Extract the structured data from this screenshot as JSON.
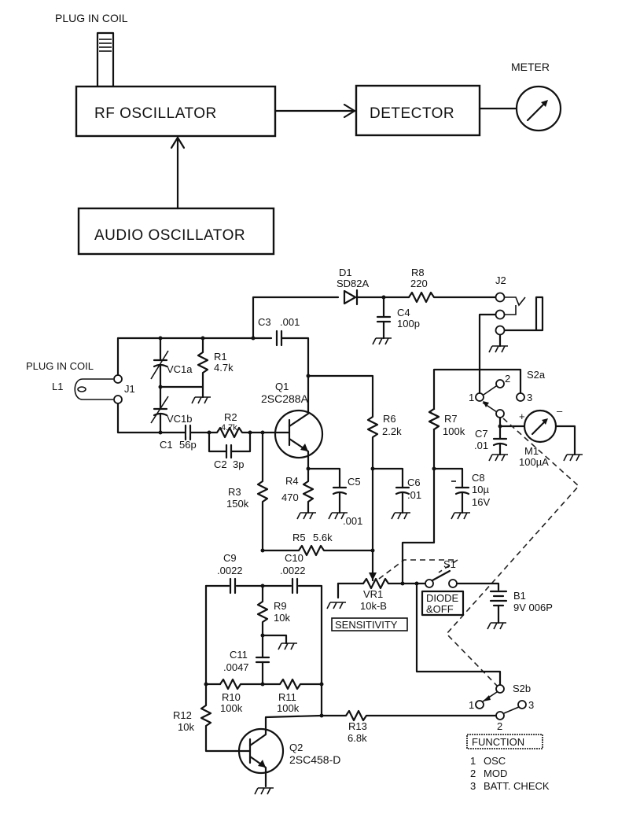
{
  "block_diagram": {
    "plug_in_coil_label": "PLUG IN COIL",
    "rf_oscillator": "RF OSCILLATOR",
    "audio_oscillator": "AUDIO OSCILLATOR",
    "detector": "DETECTOR",
    "meter_label": "METER"
  },
  "schematic": {
    "coil_label": "PLUG IN COIL",
    "L1": "L1",
    "J1": "J1",
    "J2": "J2",
    "VC1a": "VC1a",
    "VC1b": "VC1b",
    "R1": {
      "ref": "R1",
      "value": "4.7k"
    },
    "R2": {
      "ref": "R2",
      "value": "4.7k"
    },
    "R3": {
      "ref": "R3",
      "value": "150k"
    },
    "R4": {
      "ref": "R4",
      "value": "470"
    },
    "R5": {
      "ref": "R5",
      "value": "5.6k"
    },
    "R6": {
      "ref": "R6",
      "value": "2.2k"
    },
    "R7": {
      "ref": "R7",
      "value": "100k"
    },
    "R8": {
      "ref": "R8",
      "value": "220"
    },
    "R9": {
      "ref": "R9",
      "value": "10k"
    },
    "R10": {
      "ref": "R10",
      "value": "100k"
    },
    "R11": {
      "ref": "R11",
      "value": "100k"
    },
    "R12": {
      "ref": "R12",
      "value": "10k"
    },
    "R13": {
      "ref": "R13",
      "value": "6.8k"
    },
    "C1": {
      "ref": "C1",
      "value": "56p"
    },
    "C2": {
      "ref": "C2",
      "value": "3p"
    },
    "C3": {
      "ref": "C3",
      "value": ".001"
    },
    "C4": {
      "ref": "C4",
      "value": "100p"
    },
    "C5": {
      "ref": "C5",
      "value": ".001"
    },
    "C6": {
      "ref": "C6",
      "value": ".01"
    },
    "C7": {
      "ref": "C7",
      "value": ".01"
    },
    "C8": {
      "ref": "C8",
      "value": "10µ",
      "voltage": "16V"
    },
    "C9": {
      "ref": "C9",
      "value": ".0022"
    },
    "C10": {
      "ref": "C10",
      "value": ".0022"
    },
    "C11": {
      "ref": "C11",
      "value": ".0047"
    },
    "D1": {
      "ref": "D1",
      "value": "SD82A"
    },
    "Q1": {
      "ref": "Q1",
      "value": "2SC288A"
    },
    "Q2": {
      "ref": "Q2",
      "value": "2SC458-D"
    },
    "M1": {
      "ref": "M1",
      "value": "100µA"
    },
    "VR1": {
      "ref": "VR1",
      "value": "10k-B"
    },
    "B1": {
      "ref": "B1",
      "value": "9V 006P"
    },
    "S1": "S1",
    "S2a": "S2a",
    "S2b": "S2b",
    "sensitivity_label": "SENSITIVITY",
    "diode_off_label_1": "DIODE",
    "diode_off_label_2": "&OFF",
    "meter_plus": "+",
    "meter_minus": "–",
    "switch_positions": [
      "1",
      "2",
      "3"
    ],
    "function_title": "FUNCTION",
    "function_items": [
      {
        "num": "1",
        "label": "OSC"
      },
      {
        "num": "2",
        "label": "MOD"
      },
      {
        "num": "3",
        "label": "BATT. CHECK"
      }
    ]
  }
}
